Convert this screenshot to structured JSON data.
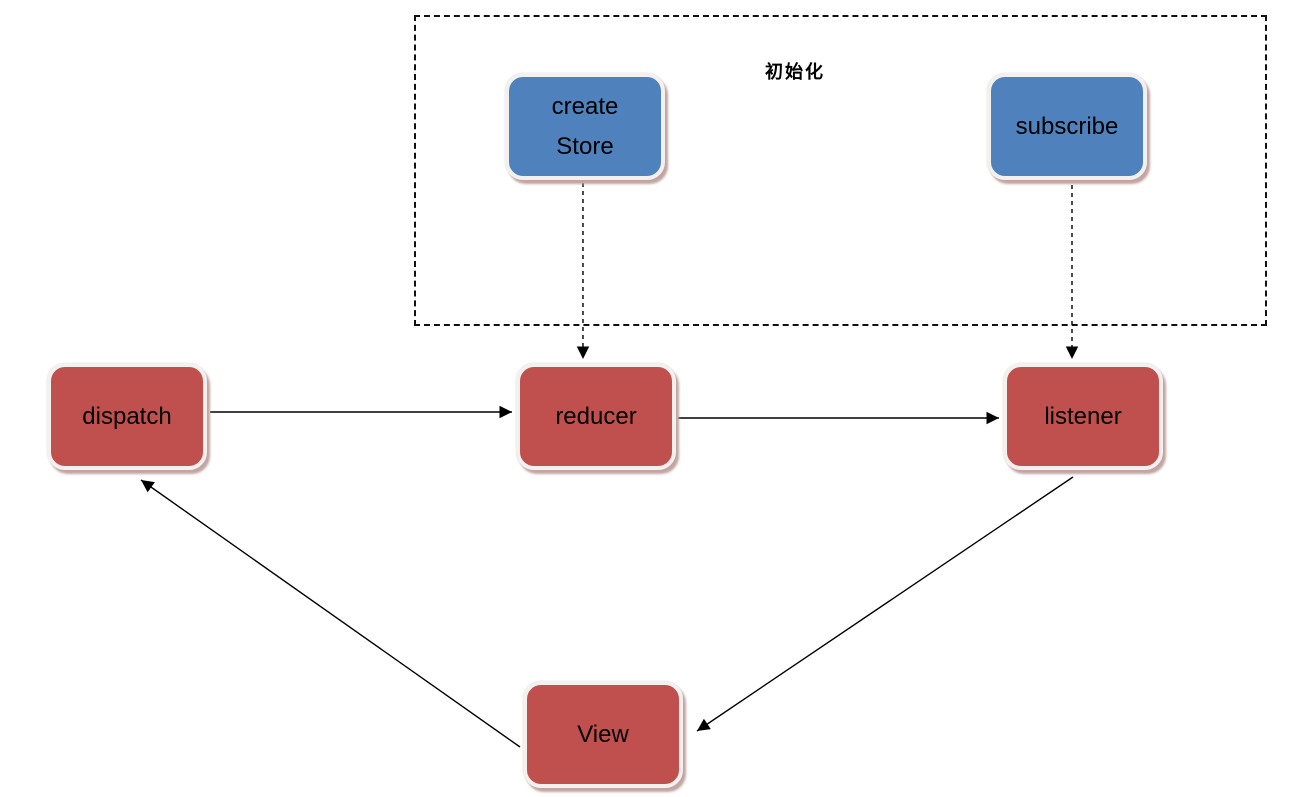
{
  "diagram": {
    "init_group_label": "初始化",
    "nodes": {
      "create_store": {
        "label": "create\nStore",
        "color": "#4F81BD",
        "type": "init-action"
      },
      "subscribe": {
        "label": "subscribe",
        "color": "#4F81BD",
        "type": "init-action"
      },
      "dispatch": {
        "label": "dispatch",
        "color": "#C0504D",
        "type": "flow-step"
      },
      "reducer": {
        "label": "reducer",
        "color": "#C0504D",
        "type": "flow-step"
      },
      "listener": {
        "label": "listener",
        "color": "#C0504D",
        "type": "flow-step"
      },
      "view": {
        "label": "View",
        "color": "#C0504D",
        "type": "flow-step"
      }
    },
    "edges": [
      {
        "from": "dispatch",
        "to": "reducer",
        "style": "solid"
      },
      {
        "from": "reducer",
        "to": "listener",
        "style": "solid"
      },
      {
        "from": "create_store",
        "to": "reducer",
        "style": "dashed"
      },
      {
        "from": "subscribe",
        "to": "listener",
        "style": "dashed"
      },
      {
        "from": "listener",
        "to": "view",
        "style": "solid"
      },
      {
        "from": "view",
        "to": "dispatch",
        "style": "solid"
      }
    ],
    "colors": {
      "node_blue": "#4F81BD",
      "node_red": "#C0504D",
      "line": "#000000",
      "background": "#FFFFFF"
    }
  }
}
